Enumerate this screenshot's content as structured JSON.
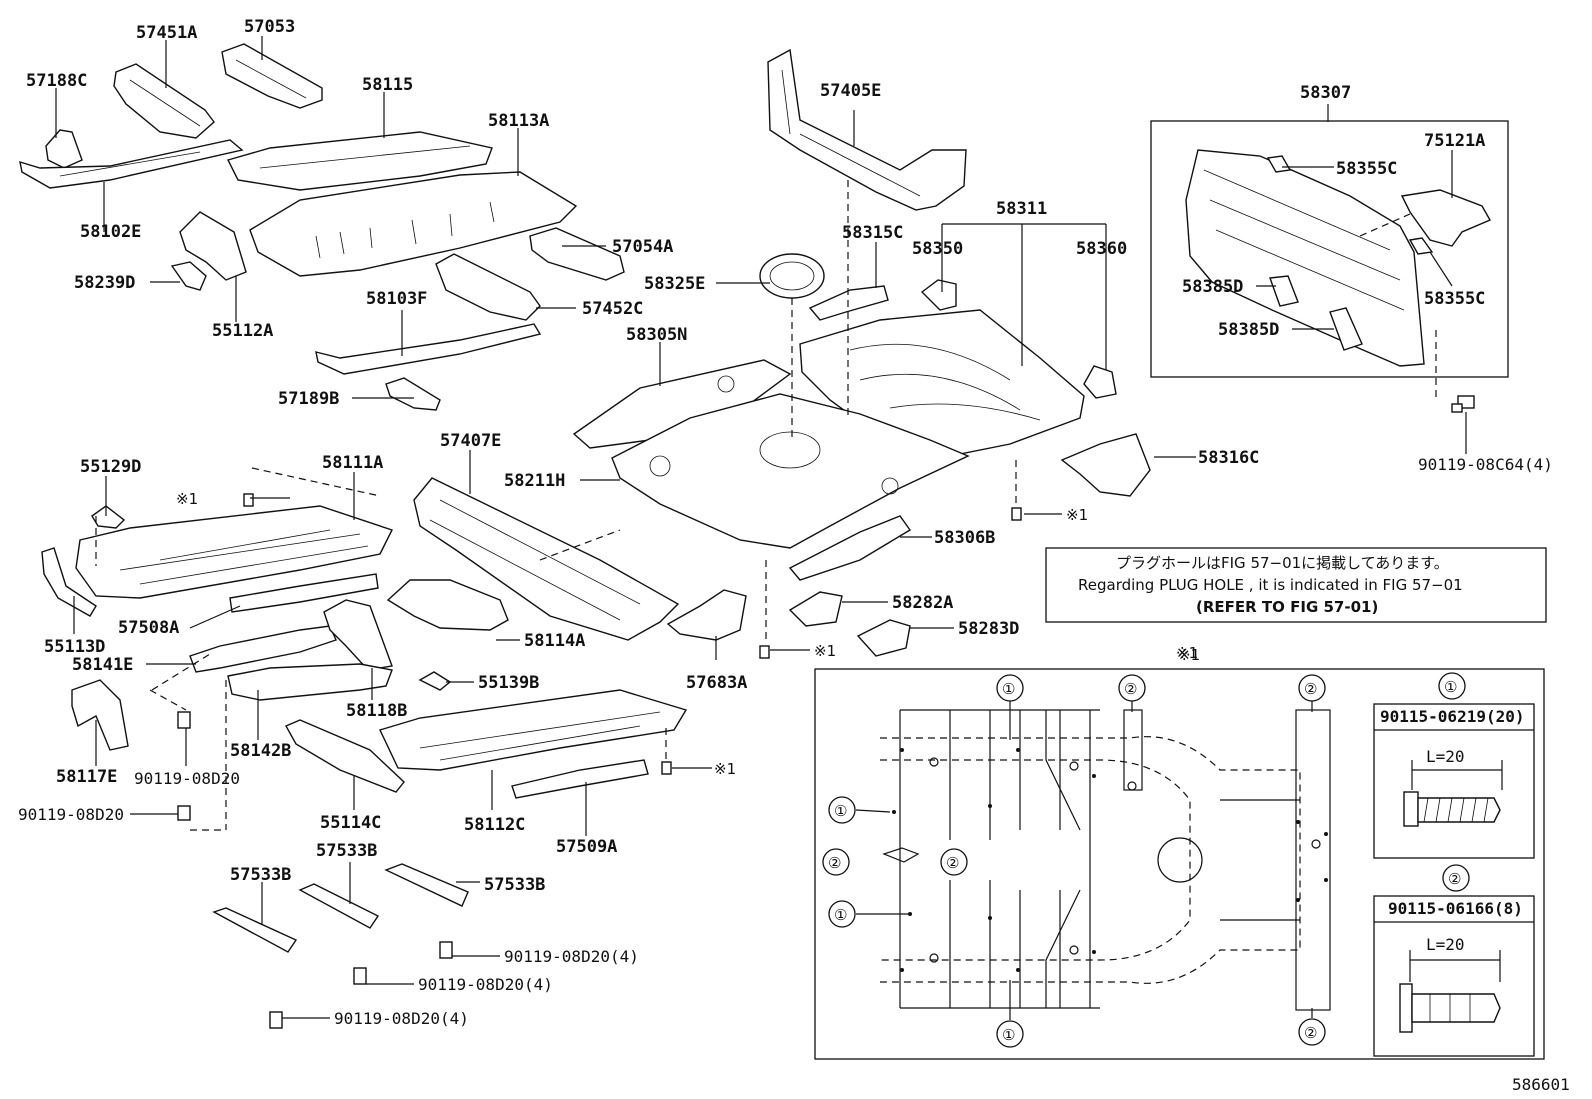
{
  "labels": {
    "p57451A": "57451A",
    "p57053": "57053",
    "p57188C": "57188C",
    "p58115": "58115",
    "p58113A": "58113A",
    "p58102E": "58102E",
    "p57054A": "57054A",
    "p58239D": "58239D",
    "p58325E": "58325E",
    "p57452C": "57452C",
    "p55112A": "55112A",
    "p58103F": "58103F",
    "p58305N": "58305N",
    "p57189B": "57189B",
    "p57405E": "57405E",
    "p58311": "58311",
    "p58315C": "58315C",
    "p58350": "58350",
    "p58360": "58360",
    "p58307": "58307",
    "p58355C_a": "58355C",
    "p75121A": "75121A",
    "p58385D_a": "58385D",
    "p58355C_b": "58355C",
    "p58385D_b": "58385D",
    "p90119_08C64": "90119-08C64(4)",
    "p55129D": "55129D",
    "p58111A": "58111A",
    "p57407E": "57407E",
    "p58211H": "58211H",
    "p58316C": "58316C",
    "p58306B": "58306B",
    "p57508A": "57508A",
    "p55113D": "55113D",
    "p58114A": "58114A",
    "p58282A": "58282A",
    "p58283D": "58283D",
    "p58141E": "58141E",
    "p57683A": "57683A",
    "p55139B": "55139B",
    "p58118B": "58118B",
    "p58117E": "58117E",
    "p58142B": "58142B",
    "p90119_08D20_a": "90119-08D20",
    "p90119_08D20_b": "90119-08D20",
    "p58112C": "58112C",
    "p55114C": "55114C",
    "p57509A": "57509A",
    "p57533B_a": "57533B",
    "p57533B_b": "57533B",
    "p57533B_c": "57533B",
    "p90119_08D20_4a": "90119-08D20(4)",
    "p90119_08D20_4b": "90119-08D20(4)",
    "p90119_08D20_4c": "90119-08D20(4)"
  },
  "ref_marks": {
    "m1_a": "※1",
    "m1_b": "※1",
    "m1_c": "※1",
    "m1_d": "※1",
    "m1_e": "※1",
    "detail_ref": "※1"
  },
  "note": {
    "jp": "プラグホールはFIG 57−01に掲載してあります。",
    "en": "Regarding  PLUG HOLE , it is indicated in FIG  57−01",
    "ref": "(REFER TO FIG 57-01)"
  },
  "detail": {
    "circle1": "①",
    "circle2": "②",
    "bolt1_title": "90115-06219(20)",
    "bolt2_title": "90115-06166(8)",
    "length_label_1": "L=20",
    "length_label_2": "L=20"
  },
  "figure_id": "586601"
}
